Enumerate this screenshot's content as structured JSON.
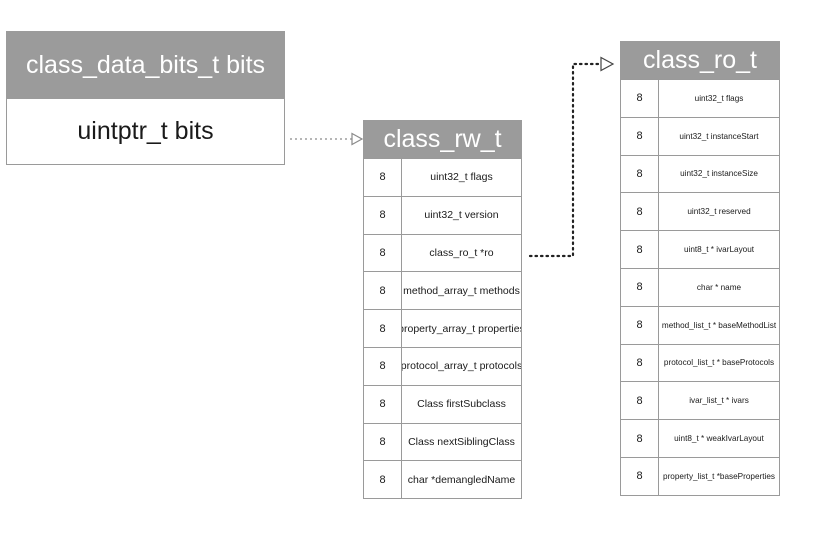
{
  "class_data_bits": {
    "title": "class_data_bits_t bits",
    "content": "uintptr_t bits"
  },
  "class_rw": {
    "title": "class_rw_t",
    "rows": [
      {
        "size": "8",
        "field": "uint32_t flags"
      },
      {
        "size": "8",
        "field": "uint32_t version"
      },
      {
        "size": "8",
        "field": "class_ro_t *ro"
      },
      {
        "size": "8",
        "field": "method_array_t methods"
      },
      {
        "size": "8",
        "field": "property_array_t properties"
      },
      {
        "size": "8",
        "field": "protocol_array_t protocols"
      },
      {
        "size": "8",
        "field": "Class firstSubclass"
      },
      {
        "size": "8",
        "field": "Class nextSiblingClass"
      },
      {
        "size": "8",
        "field": "char *demangledName"
      }
    ]
  },
  "class_ro": {
    "title": "class_ro_t",
    "rows": [
      {
        "size": "8",
        "field": "uint32_t flags"
      },
      {
        "size": "8",
        "field": "uint32_t instanceStart"
      },
      {
        "size": "8",
        "field": "uint32_t instanceSize"
      },
      {
        "size": "8",
        "field": "uint32_t reserved"
      },
      {
        "size": "8",
        "field": "uint8_t * ivarLayout"
      },
      {
        "size": "8",
        "field": "char * name"
      },
      {
        "size": "8",
        "field": "method_list_t * baseMethodList"
      },
      {
        "size": "8",
        "field": "protocol_list_t * baseProtocols"
      },
      {
        "size": "8",
        "field": "ivar_list_t * ivars"
      },
      {
        "size": "8",
        "field": "uint8_t * weakIvarLayout"
      },
      {
        "size": "8",
        "field": "property_list_t *baseProperties"
      }
    ]
  },
  "colors": {
    "header_bg": "#9b9b9b",
    "header_text": "#ffffff",
    "border": "#9a9a9a",
    "connector_light": "#8a8a8a",
    "connector_dark": "#222222"
  }
}
